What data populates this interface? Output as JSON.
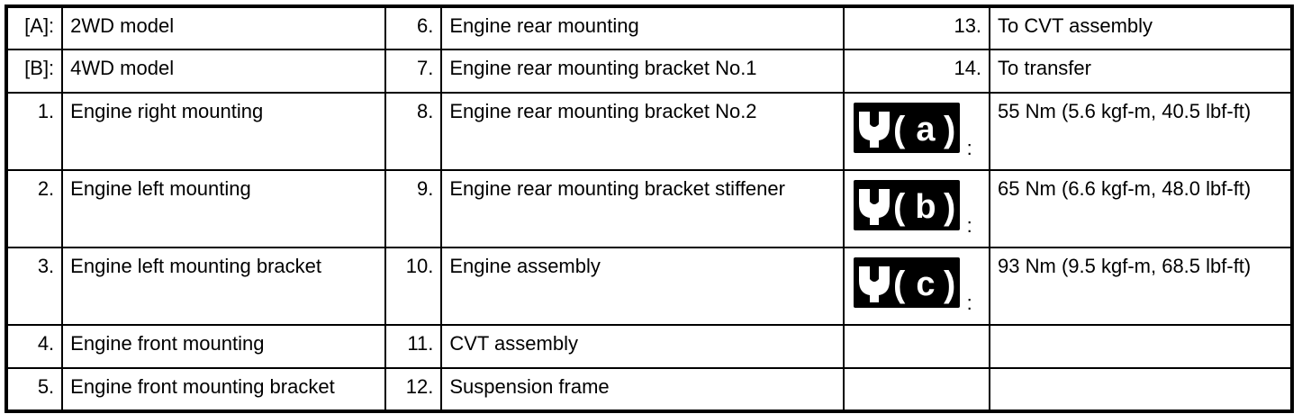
{
  "rows": [
    {
      "c1": "[A]:",
      "c2": "2WD model",
      "c3": "6.",
      "c4": "Engine rear mounting",
      "c5": "13.",
      "c6": "To CVT assembly"
    },
    {
      "c1": "[B]:",
      "c2": "4WD model",
      "c3": "7.",
      "c4": "Engine rear mounting bracket No.1",
      "c5": "14.",
      "c6": "To transfer"
    },
    {
      "c1": "1.",
      "c2": "Engine right mounting",
      "c3": "8.",
      "c4": "Engine rear mounting bracket No.2",
      "icon_letter": "a",
      "colon": ":",
      "c6": "55 Nm (5.6 kgf-m, 40.5 lbf-ft)"
    },
    {
      "c1": "2.",
      "c2": "Engine left mounting",
      "c3": "9.",
      "c4": "Engine rear mounting bracket stiffener",
      "icon_letter": "b",
      "colon": ":",
      "c6": "65 Nm (6.6 kgf-m, 48.0 lbf-ft)"
    },
    {
      "c1": "3.",
      "c2": "Engine left mounting bracket",
      "c3": "10.",
      "c4": "Engine assembly",
      "icon_letter": "c",
      "colon": ":",
      "c6": "93 Nm (9.5 kgf-m, 68.5 lbf-ft)"
    },
    {
      "c1": "4.",
      "c2": "Engine front mounting",
      "c3": "11.",
      "c4": "CVT assembly",
      "c5": "",
      "c6": ""
    },
    {
      "c1": "5.",
      "c2": "Engine front mounting bracket",
      "c3": "12.",
      "c4": "Suspension frame",
      "c5": "",
      "c6": ""
    }
  ],
  "icons": {
    "torque": "wrench-torque-icon"
  }
}
